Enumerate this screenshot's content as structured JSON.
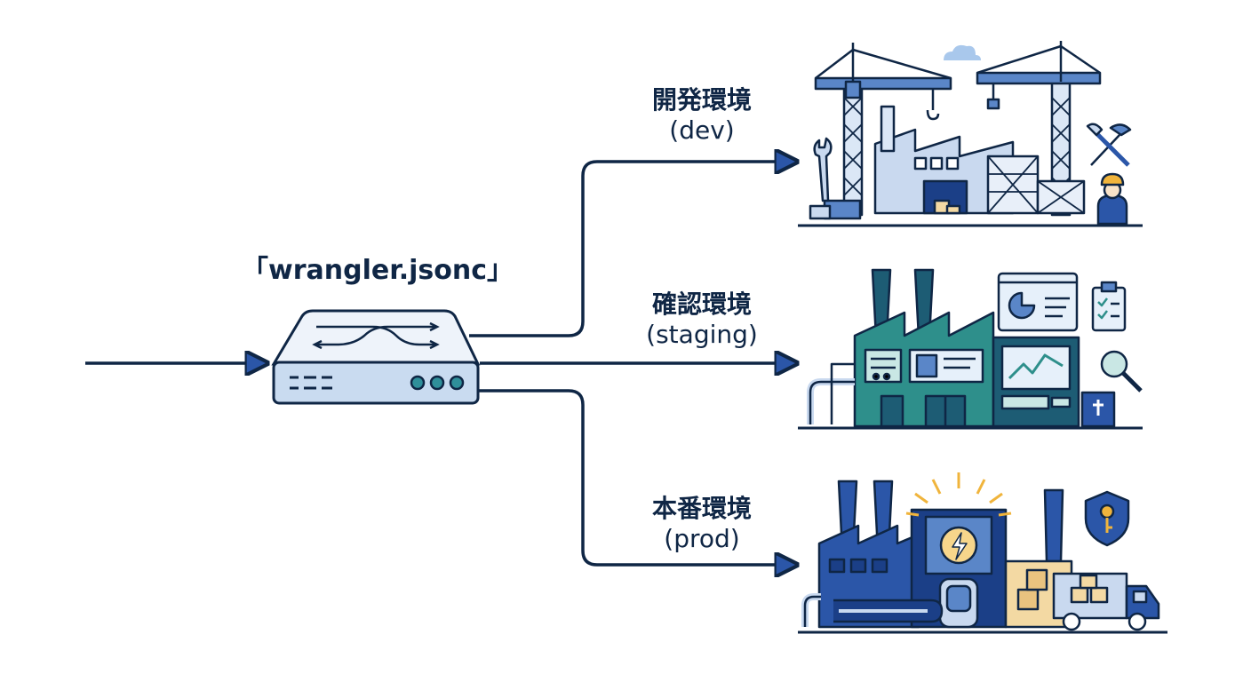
{
  "config_file": {
    "label": "「wrangler.jsonc」"
  },
  "environments": [
    {
      "id": "dev",
      "name": "開発環境",
      "code": "(dev)"
    },
    {
      "id": "staging",
      "name": "確認環境",
      "code": "(staging)"
    },
    {
      "id": "prod",
      "name": "本番環境",
      "code": "(prod)"
    }
  ],
  "colors": {
    "line": "#0f2645",
    "dev_accent": "#5a86c8",
    "dev_fill": "#dbe7f6",
    "staging_fill": "#2e8f8b",
    "staging_dark": "#1d5c74",
    "prod_fill": "#2b56a8",
    "prod_dark": "#1b3f87",
    "glow": "#f0b43c"
  },
  "icons": {
    "router": "router-switch-icon",
    "dev": "construction-site-icon",
    "staging": "teal-factory-icon",
    "prod": "production-factory-icon"
  }
}
